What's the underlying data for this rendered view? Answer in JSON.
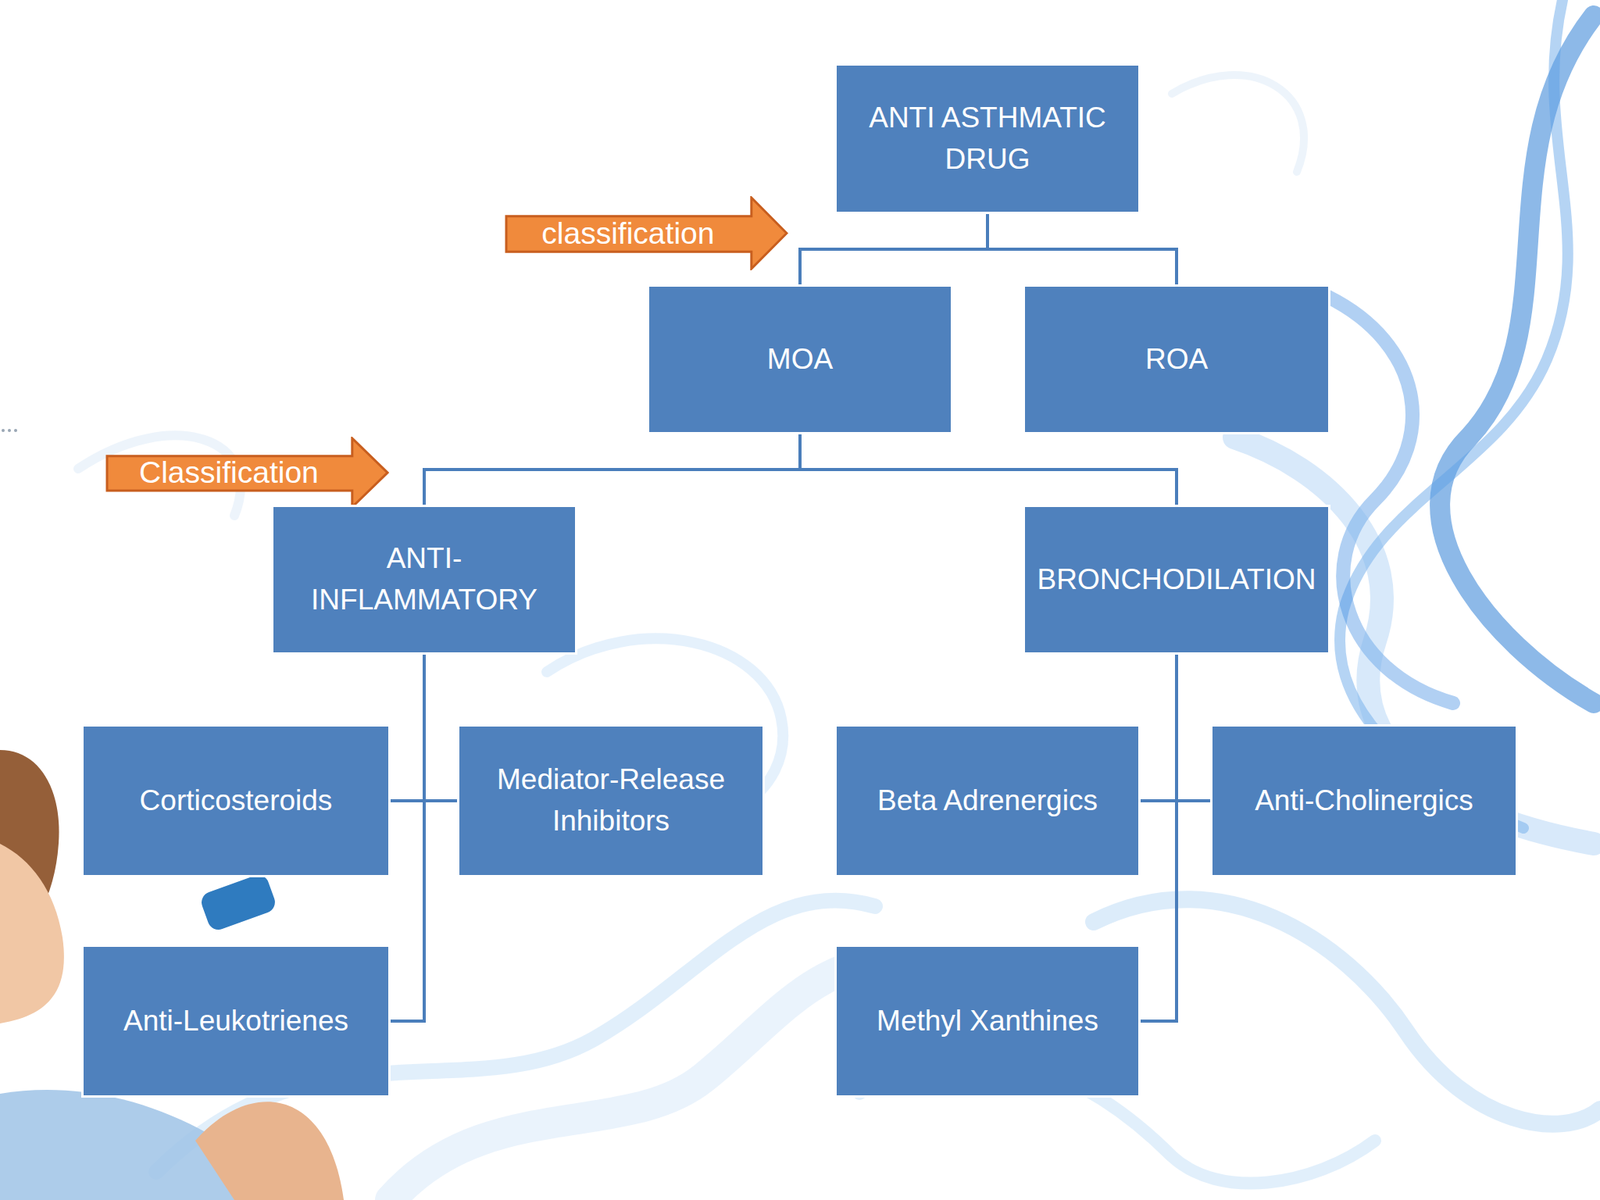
{
  "diagram": {
    "nodes": [
      {
        "text": [
          "ANTI ASTHMATIC DRUG"
        ]
      },
      {
        "text": [
          "classification"
        ]
      },
      {
        "text": [
          "MOA"
        ]
      },
      {
        "text": [
          "ROA"
        ]
      },
      {
        "text": [
          "Classification"
        ]
      },
      {
        "text": [
          "ANTI- INFLAMMATORY"
        ]
      },
      {
        "text": [
          "BRONCHODILATION"
        ]
      },
      {
        "text": [
          "Corticosteroids"
        ]
      },
      {
        "text": [
          "Mediator-Release Inhibitors"
        ]
      },
      {
        "text": [
          "Beta Adrenergics"
        ]
      },
      {
        "text": [
          "Anti-Cholinergics"
        ]
      },
      {
        "text": [
          "Anti-Leukotrienes"
        ]
      },
      {
        "text": [
          "Methyl Xanthines"
        ]
      }
    ],
    "edges": [
      {
        "from": 0,
        "to": 2,
        "arrow": "none"
      },
      {
        "from": 0,
        "to": 3,
        "arrow": "none"
      },
      {
        "from": 2,
        "to": 5,
        "arrow": "none"
      },
      {
        "from": 2,
        "to": 6,
        "arrow": "none"
      },
      {
        "from": 5,
        "to": 7,
        "arrow": "none"
      },
      {
        "from": 5,
        "to": 8,
        "arrow": "none"
      },
      {
        "from": 5,
        "to": 11,
        "arrow": "none"
      },
      {
        "from": 6,
        "to": 9,
        "arrow": "none"
      },
      {
        "from": 6,
        "to": 10,
        "arrow": "none"
      },
      {
        "from": 6,
        "to": 12,
        "arrow": "none"
      }
    ]
  }
}
